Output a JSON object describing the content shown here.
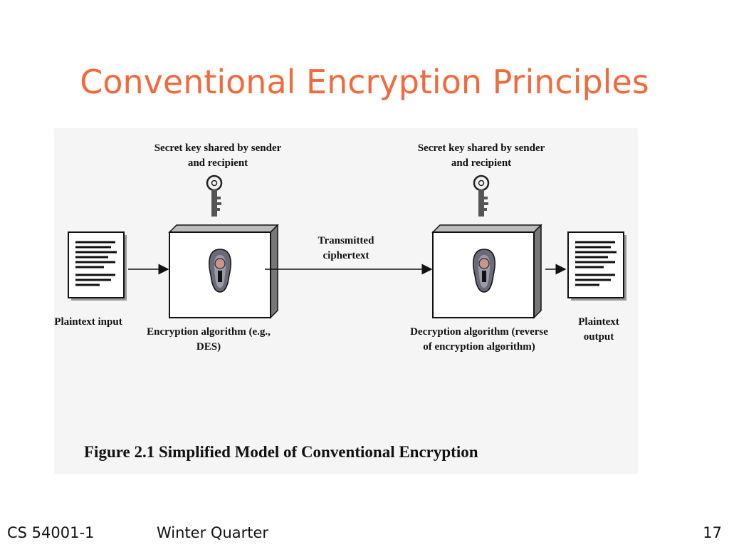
{
  "slide": {
    "title": "Conventional Encryption Principles"
  },
  "figure": {
    "key_label_left": "Secret key shared by sender and recipient",
    "key_label_right": "Secret key shared by sender and recipient",
    "transmitted_label": "Transmitted ciphertext",
    "plaintext_input_label": "Plaintext input",
    "encryption_label": "Encryption algorithm (e.g., DES)",
    "decryption_label": "Decryption algorithm (reverse of encryption algorithm)",
    "plaintext_output_label": "Plaintext output",
    "caption": "Figure 2.1   Simplified Model of Conventional Encryption"
  },
  "footer": {
    "course": "CS 54001-1",
    "quarter": "Winter Quarter",
    "page_number": "17"
  }
}
